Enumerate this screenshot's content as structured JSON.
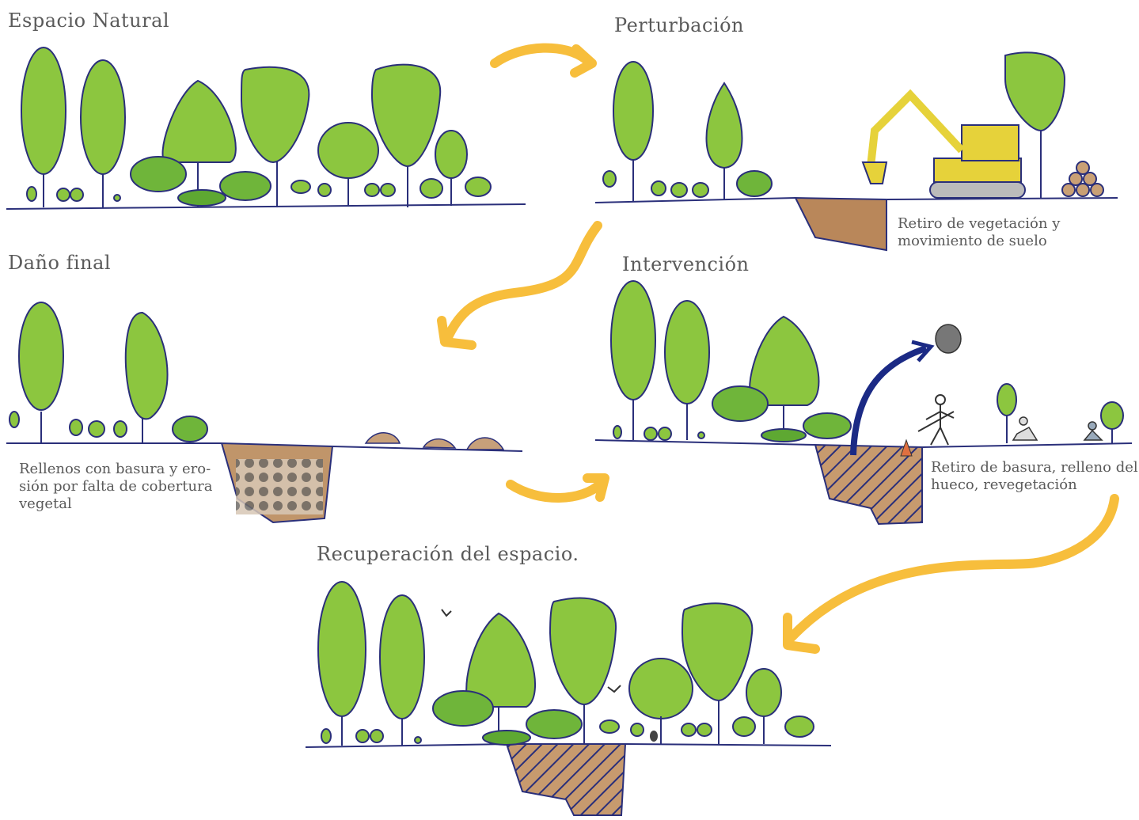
{
  "stages": {
    "natural": {
      "title": "Espacio Natural"
    },
    "perturbation": {
      "title": "Perturbación",
      "caption": [
        "Retiro de vegetación y",
        "movimiento de suelo"
      ]
    },
    "final_damage": {
      "title": "Daño final",
      "caption": [
        "Rellenos con basura y ero-",
        "sión por falta de cobertura",
        "vegetal"
      ]
    },
    "intervention": {
      "title": "Intervención",
      "caption": [
        "Retiro de basura, relleno del",
        "hueco, revegetación"
      ]
    },
    "recovery": {
      "title": "Recuperación del espacio."
    }
  },
  "colors": {
    "foliage": "#8cc63f",
    "foliage_dark": "#5ea832",
    "outline": "#2a2f7a",
    "arrow": "#f7be3c",
    "soil": "#b9875a",
    "excavator": "#e6d23a"
  }
}
